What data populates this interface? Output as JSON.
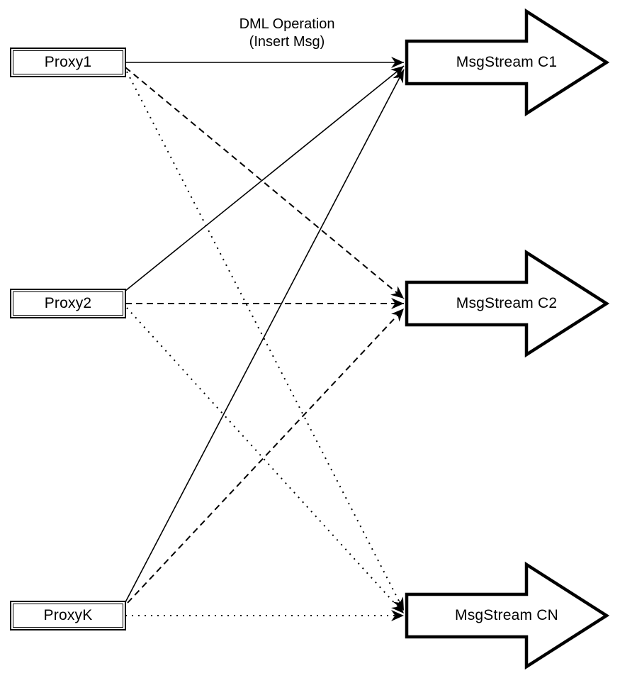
{
  "diagram": {
    "annotation": {
      "line1": "DML Operation",
      "line2": "(Insert Msg)",
      "applies_to": "Proxy1 to MsgStream C1 edge"
    },
    "proxies": [
      {
        "label": "Proxy1"
      },
      {
        "label": "Proxy2"
      },
      {
        "label": "ProxyK"
      }
    ],
    "streams": [
      {
        "label": "MsgStream C1",
        "incoming_line_style": "solid"
      },
      {
        "label": "MsgStream C2",
        "incoming_line_style": "dashed"
      },
      {
        "label": "MsgStream CN",
        "incoming_line_style": "dotted"
      }
    ],
    "connections": [
      {
        "from": "Proxy1",
        "to": "MsgStream C1",
        "style": "solid"
      },
      {
        "from": "Proxy2",
        "to": "MsgStream C1",
        "style": "solid"
      },
      {
        "from": "ProxyK",
        "to": "MsgStream C1",
        "style": "solid"
      },
      {
        "from": "Proxy1",
        "to": "MsgStream C2",
        "style": "dashed"
      },
      {
        "from": "Proxy2",
        "to": "MsgStream C2",
        "style": "dashed"
      },
      {
        "from": "ProxyK",
        "to": "MsgStream C2",
        "style": "dashed"
      },
      {
        "from": "Proxy1",
        "to": "MsgStream CN",
        "style": "dotted"
      },
      {
        "from": "Proxy2",
        "to": "MsgStream CN",
        "style": "dotted"
      },
      {
        "from": "ProxyK",
        "to": "MsgStream CN",
        "style": "dotted"
      }
    ],
    "colors": {
      "stroke": "#000000",
      "background": "#ffffff"
    }
  }
}
